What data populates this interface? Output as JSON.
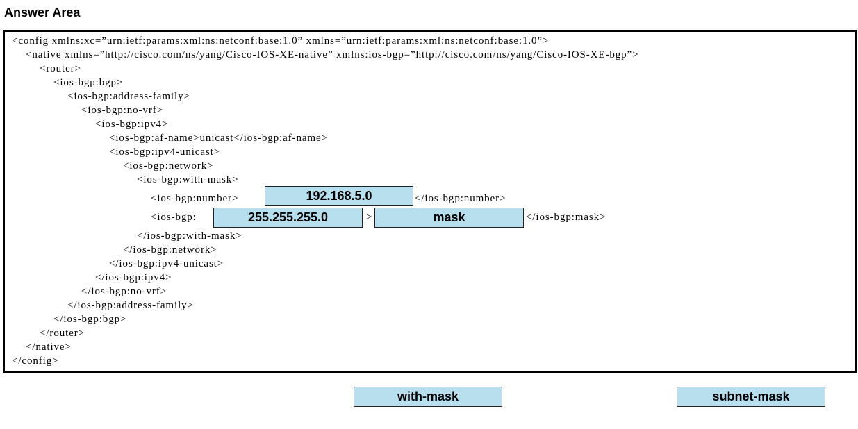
{
  "title": "Answer Area",
  "code": {
    "l1": "<config xmlns:xc=”urn:ietf:params:xml:ns:netconf:base:1.0” xmlns=”urn:ietf:params:xml:ns:netconf:base:1.0”>",
    "l2": "<native xmlns=”http://cisco.com/ns/yang/Cisco-IOS-XE-native” xmlns:ios-bgp=”http://cisco.com/ns/yang/Cisco-IOS-XE-bgp”>",
    "l3": "<router>",
    "l4": "<ios-bgp:bgp>",
    "l5": "<ios-bgp:address-family>",
    "l6": "<ios-bgp:no-vrf>",
    "l7": "<ios-bgp:ipv4>",
    "l8": "<ios-bgp:af-name>unicast</ios-bgp:af-name>",
    "l9": "<ios-bgp:ipv4-unicast>",
    "l10": "<ios-bgp:network>",
    "l11": "<ios-bgp:with-mask>",
    "l12_pre": "<ios-bgp:number>",
    "l12_post": "</ios-bgp:number>",
    "l13_pre": "<ios-bgp:",
    "l13_mid": ">",
    "l13_post": "</ios-bgp:mask>",
    "l14": "</ios-bgp:with-mask>",
    "l15": "</ios-bgp:network>",
    "l16": "</ios-bgp:ipv4-unicast>",
    "l17": "</ios-bgp:ipv4>",
    "l18": "</ios-bgp:no-vrf>",
    "l19": "</ios-bgp:address-family>",
    "l20": "</ios-bgp:bgp>",
    "l21": "</router>",
    "l22": "</native>",
    "l23": "</config>"
  },
  "slots": {
    "number_value": "192.168.5.0",
    "mask_value": "255.255.255.0",
    "mask_tag": "mask"
  },
  "options": {
    "with_mask": "with-mask",
    "subnet_mask": "subnet-mask"
  },
  "colors": {
    "slot_fill": "#b7dfed",
    "border": "#000000"
  }
}
